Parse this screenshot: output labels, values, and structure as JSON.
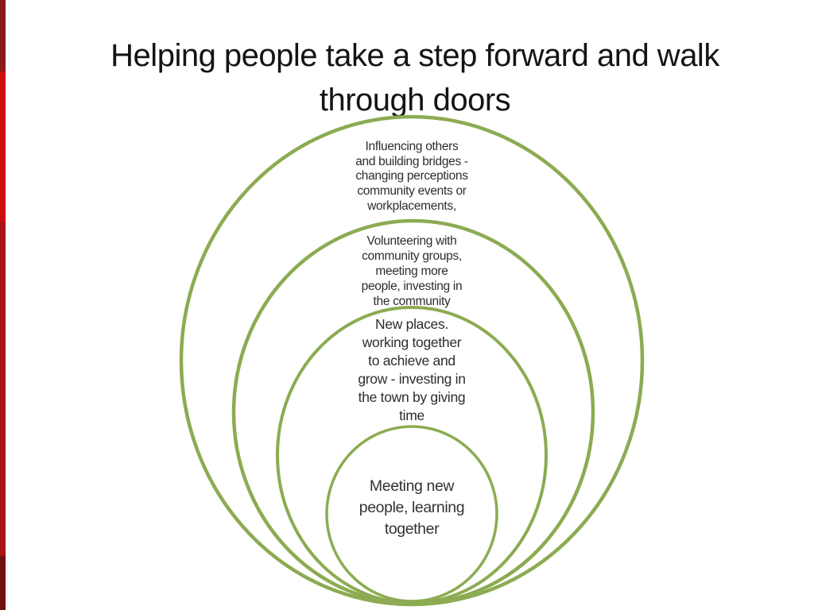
{
  "slide": {
    "title_lines": [
      "Helping people take a step forward and walk",
      "through doors"
    ],
    "background_color": "#ffffff",
    "title_color": "#141414"
  },
  "decoration": {
    "left_bar": {
      "description": "vertical red progress strip on left edge",
      "segment_colors": [
        "#8a1b1b",
        "#c90f0f",
        "#a81414",
        "#701010"
      ]
    }
  },
  "diagram": {
    "type": "nested-circles",
    "stroke_color": "#8cab52",
    "text_color": "#2d2d2d",
    "rings": [
      {
        "name": "outer-ring",
        "lines": [
          "Influencing others",
          "and building bridges -",
          "changing perceptions",
          "community events or",
          "workplacements,"
        ]
      },
      {
        "name": "second-ring",
        "lines": [
          "Volunteering with",
          "community groups,",
          "meeting more",
          "people, investing in",
          "the community"
        ]
      },
      {
        "name": "third-ring",
        "lines": [
          "New places.",
          "working together",
          "to achieve and",
          "grow - investing in",
          "the town by giving",
          "time"
        ]
      },
      {
        "name": "inner-circle",
        "lines": [
          "Meeting new",
          "people, learning",
          "together"
        ]
      }
    ]
  }
}
